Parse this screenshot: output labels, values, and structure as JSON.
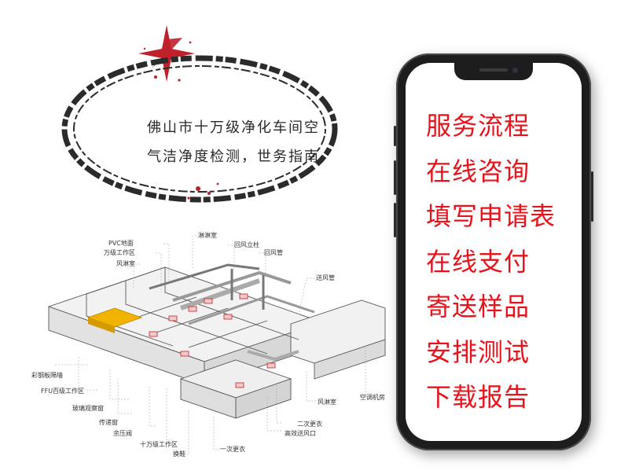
{
  "stamp": {
    "line1": "佛山市十万级净化车间空",
    "line2": "气洁净度检测，世务指南"
  },
  "floor_plan": {
    "callouts": {
      "pvc_floor": "PVC地面",
      "class_100k_area_top": "万级工作区",
      "air_shower_top": "风淋室",
      "shower_room": "淋淋室",
      "return_air_column": "回风立柱",
      "return_air_duct": "回风管",
      "supply_air_duct": "送风管",
      "color_steel_wall": "彩钢板隔墙",
      "ffu_100_area": "FFU百级工作区",
      "glass_window": "玻璃观察窗",
      "pass_box": "传递窗",
      "pressure_valve": "余压阀",
      "class_100k_area": "十万级工作区",
      "shoe_change": "换鞋",
      "first_change": "一次更衣",
      "hepa_outlet": "高效送风口",
      "second_change": "二次更衣",
      "air_shower_right": "风淋室",
      "ac_room": "空调机房"
    }
  },
  "phone_menu": {
    "items": [
      "服务流程",
      "在线咨询",
      "填写申请表",
      "在线支付",
      "寄送样品",
      "安排测试",
      "下载报告"
    ]
  },
  "colors": {
    "accent_red": "#e8121b",
    "stamp_red": "#c0202a",
    "highlight_yellow": "#f2b200"
  }
}
